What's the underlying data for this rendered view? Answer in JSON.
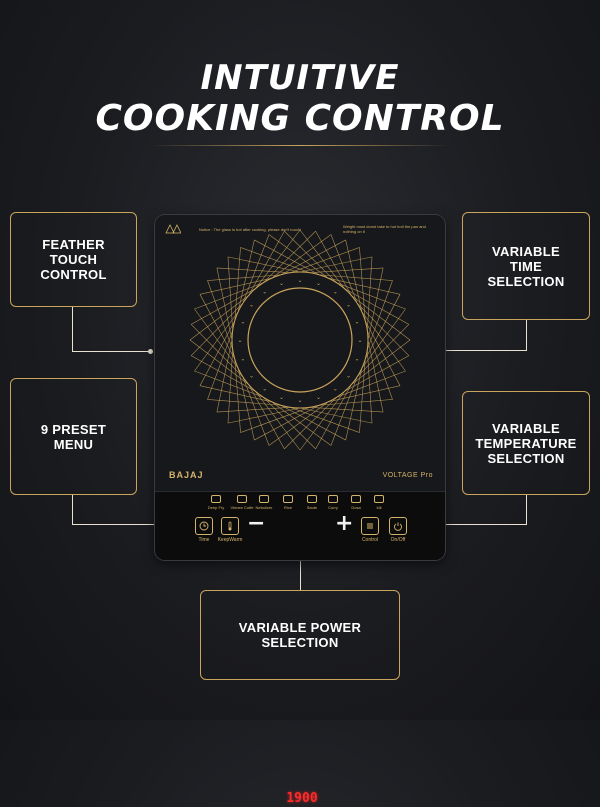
{
  "headline": {
    "line1": "INTUITIVE",
    "line2": "COOKING CONTROL"
  },
  "callouts": {
    "feather_touch": "FEATHER\nTOUCH\nCONTROL",
    "time": "VARIABLE\nTIME\nSELECTION",
    "preset": "9 PRESET\nMENU",
    "temperature": "VARIABLE\nTEMPERATURE\nSELECTION",
    "power": "VARIABLE POWER\nSELECTION"
  },
  "cooktop": {
    "brand": "BAJAJ",
    "model": "VOLTAGE Pro",
    "notice_left": "Notice : The glass is hot after cooking, please don't touch!",
    "notice_right": "Weight must donot take to hot hotl the pan and nothing on it",
    "menu_items": [
      "Deep Fry",
      "Vinnee Coffe",
      "Nebulizer",
      "Rice",
      "Saute",
      "Curry",
      "Dosa",
      "Idli"
    ],
    "display_value": "1900",
    "keys": {
      "time": "Time",
      "keepwarm": "KeepWarm",
      "control": "Control",
      "onoff": "On/Off"
    },
    "minus_symbol": "−",
    "plus_symbol": "+"
  },
  "colors": {
    "accent_gold": "#c9a45c",
    "display_red": "#ff2a2a"
  }
}
